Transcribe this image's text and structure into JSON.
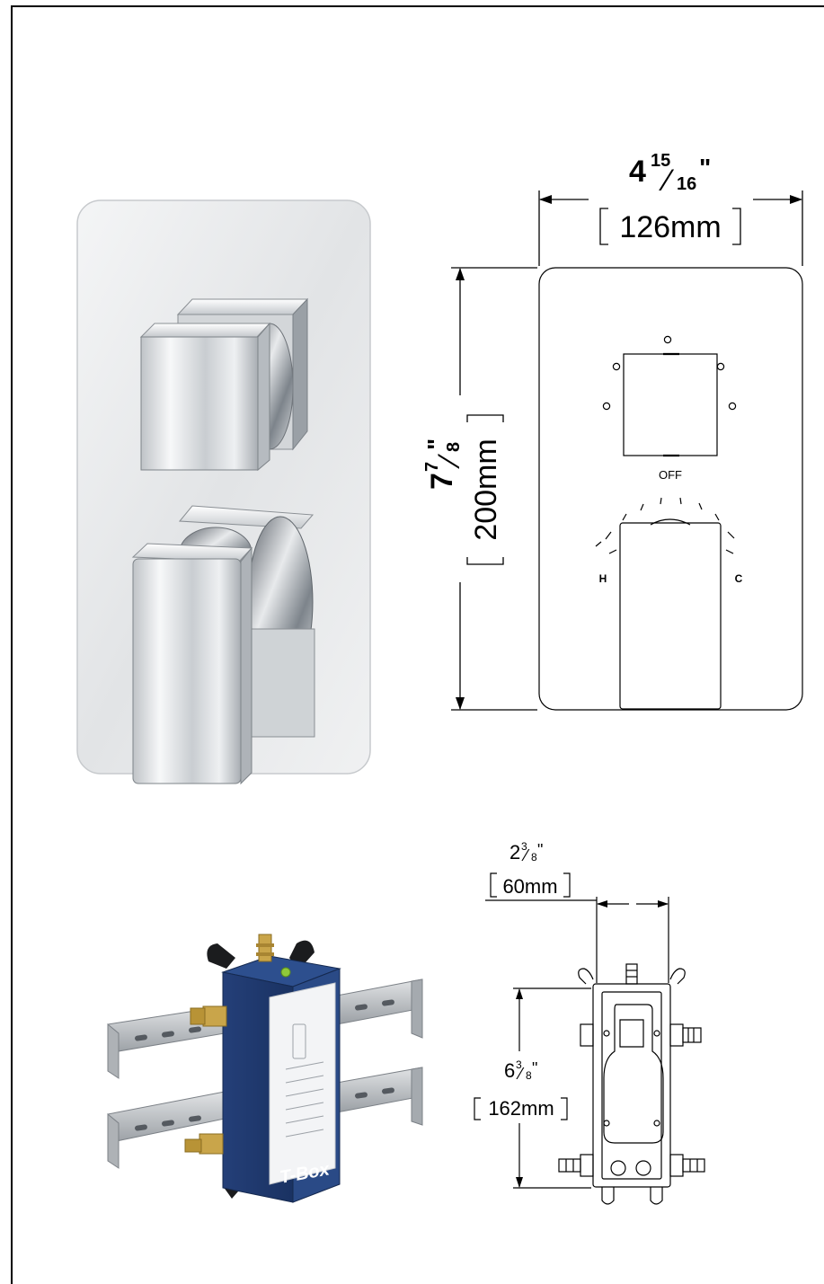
{
  "top_drawing": {
    "width_dim": {
      "whole": "4",
      "num": "15",
      "den": "16",
      "inch_mark": "\"",
      "mm": "126mm"
    },
    "height_dim": {
      "whole": "7",
      "num": "7",
      "den": "8",
      "inch_mark": "\"",
      "mm": "200mm"
    },
    "labels": {
      "off": "OFF",
      "hot": "H",
      "cold": "C"
    }
  },
  "bottom_drawing": {
    "width_dim": {
      "whole": "2",
      "num": "3",
      "den": "8",
      "inch_mark": "\"",
      "mm": "60mm"
    },
    "height_dim": {
      "whole": "6",
      "num": "3",
      "den": "8",
      "inch_mark": "\"",
      "mm": "162mm"
    }
  },
  "tbox": {
    "brand_label": "T-Box"
  },
  "colors": {
    "chrome_light": "#eef0f2",
    "chrome_dark": "#9aa0a6",
    "tbox_blue": "#1f3f7a",
    "brass": "#c9a54a",
    "line": "#000000"
  }
}
